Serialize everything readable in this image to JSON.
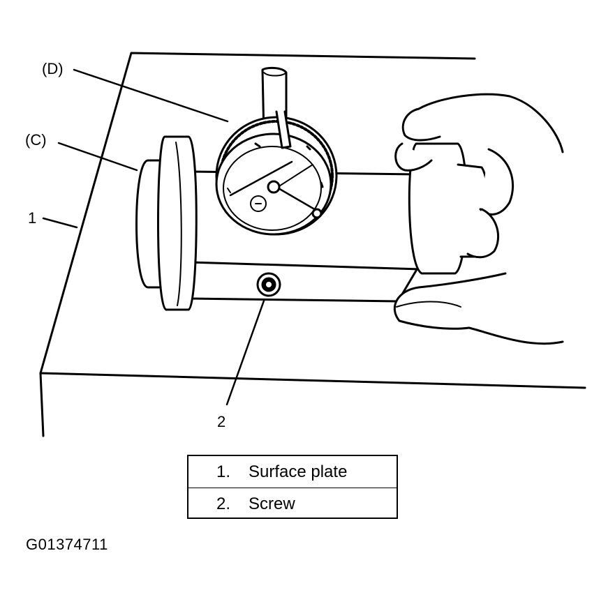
{
  "callouts": {
    "d": "(D)",
    "c": "(C)",
    "one": "1",
    "two": "2"
  },
  "legend": {
    "items": [
      {
        "number": "1.",
        "label": "Surface plate"
      },
      {
        "number": "2.",
        "label": "Screw"
      }
    ]
  },
  "figure_id": "G01374711"
}
